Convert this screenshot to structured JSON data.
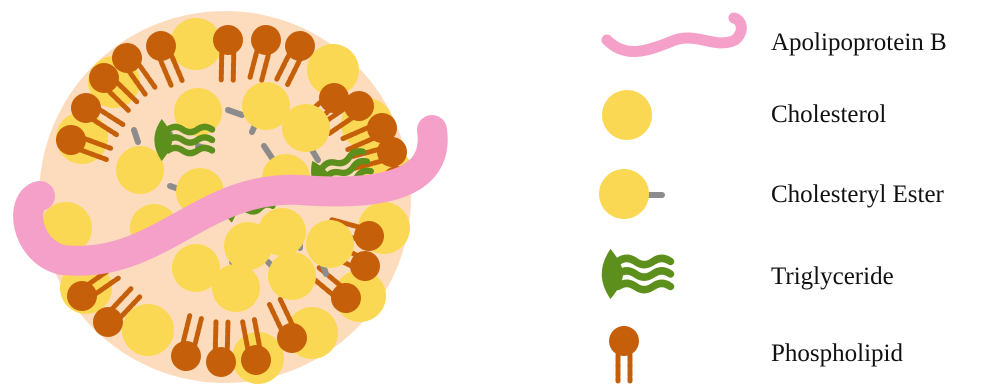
{
  "legend": {
    "items": [
      {
        "key": "apob",
        "label": "Apolipoprotein B",
        "icon": "apolipoprotein-b-icon"
      },
      {
        "key": "chol",
        "label": "Cholesterol",
        "icon": "cholesterol-icon"
      },
      {
        "key": "ester",
        "label": "Cholesteryl Ester",
        "icon": "cholesteryl-ester-icon"
      },
      {
        "key": "tg",
        "label": "Triglyceride",
        "icon": "triglyceride-icon"
      },
      {
        "key": "pl",
        "label": "Phospholipid",
        "icon": "phospholipid-icon"
      }
    ]
  },
  "colors": {
    "particle_core": "#fcdcbc",
    "apolipoprotein_b": "#f5a0c8",
    "cholesterol": "#fbd853",
    "ester_tail": "#8c8c8c",
    "triglyceride": "#5c8f1c",
    "phospholipid": "#c55f0a"
  }
}
